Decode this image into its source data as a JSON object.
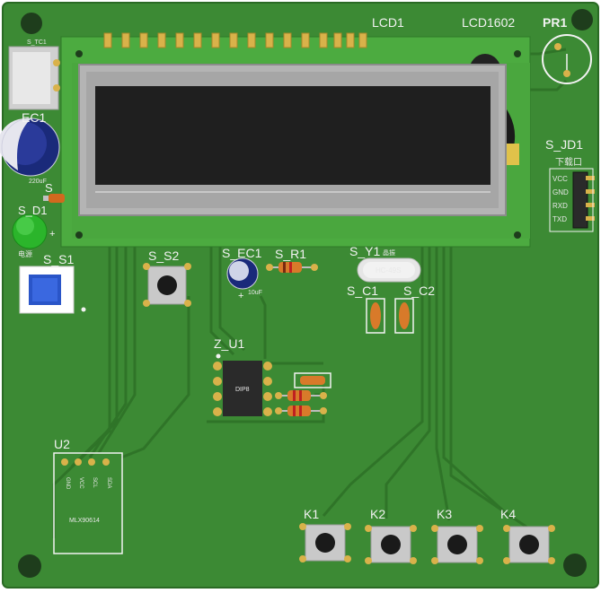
{
  "board": {
    "pcb_color": "#3c8a34",
    "trace_color": "#2f7428",
    "silk_color": "#f2f2f2",
    "pad_color": "#d8b050"
  },
  "labels": {
    "lcd1": "LCD1",
    "lcd1602": "LCD1602",
    "pr1": "PR1",
    "s_tc1": "S_TC1",
    "ec1": "EC1",
    "ec1_value": "220uF",
    "s_partial": "S",
    "s_d1": "S_D1",
    "s_d1_note": "电源",
    "s_s1": "S_S1",
    "s_s2": "S_S2",
    "s_ec1": "S_EC1",
    "s_ec1_value": "10uF",
    "s_r1": "S_R1",
    "s_y1": "S_Y1",
    "s_y1_note": "晶振",
    "crystal_marking": "HC-49S",
    "s_c1": "S_C1",
    "s_c2": "S_C2",
    "s_jd1": "S_JD1",
    "s_jd1_title": "下载口",
    "jd_pins": [
      "VCC",
      "GND",
      "RXD",
      "TXD"
    ],
    "z_u1": "Z_U1",
    "ic_marking": "DIP8",
    "u2": "U2",
    "u2_pins": [
      "GND",
      "VCC",
      "SCL",
      "SDA"
    ],
    "u2_part": "MLX90614",
    "k1": "K1",
    "k2": "K2",
    "k3": "K3",
    "k4": "K4",
    "plus": "+"
  }
}
